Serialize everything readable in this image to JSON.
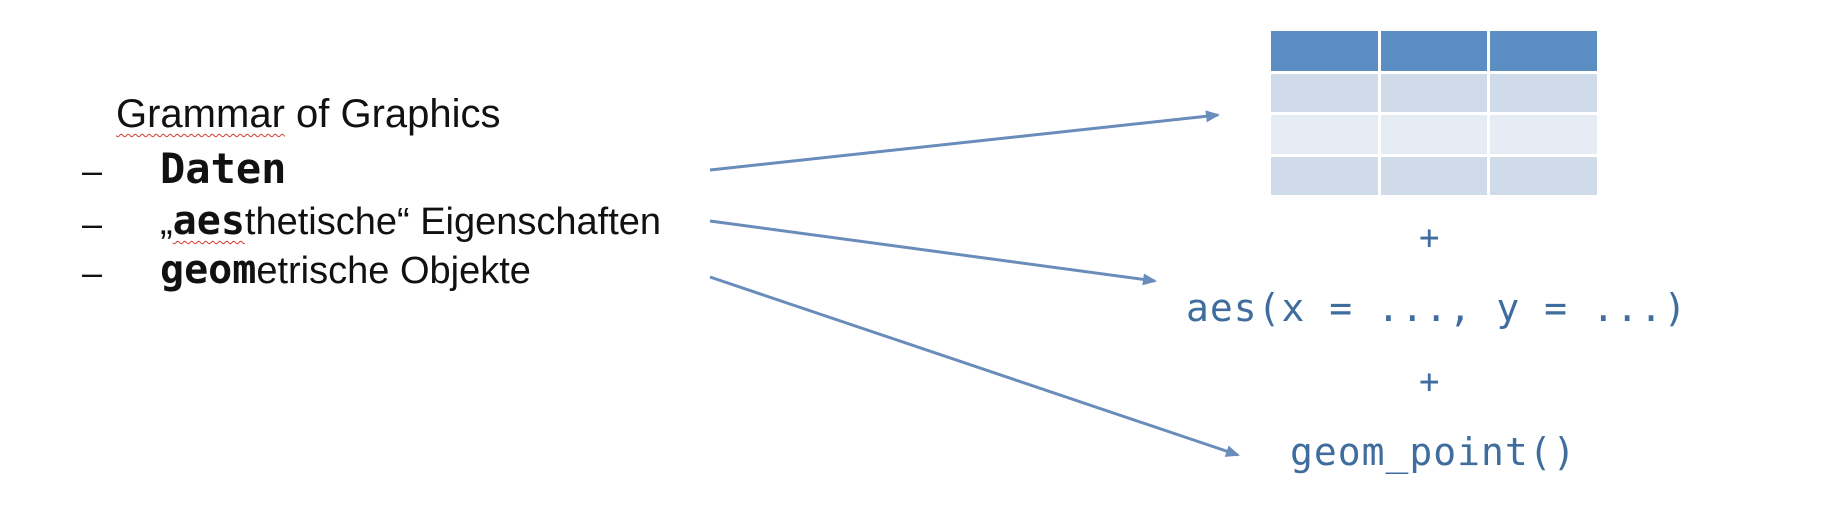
{
  "left": {
    "title": "Grammar of Graphics",
    "dash": "–",
    "items": [
      {
        "highlight": "Daten",
        "rest": "",
        "prefix": ""
      },
      {
        "prefix": "„",
        "highlight": "aes",
        "rest": "thetische“ Eigenschaften"
      },
      {
        "prefix": "",
        "highlight": "geom",
        "rest": "etrische Objekte"
      }
    ]
  },
  "right": {
    "plus": "+",
    "aes_code": "aes(x = ..., y = ...)",
    "geom_code": "geom_point()"
  },
  "colors": {
    "arrow": "#6a8cba",
    "table_header": "#5b8fc4",
    "table_row_a": "#cfdbe8",
    "table_row_b": "#e6ecf4",
    "code": "#3f6d9e"
  }
}
